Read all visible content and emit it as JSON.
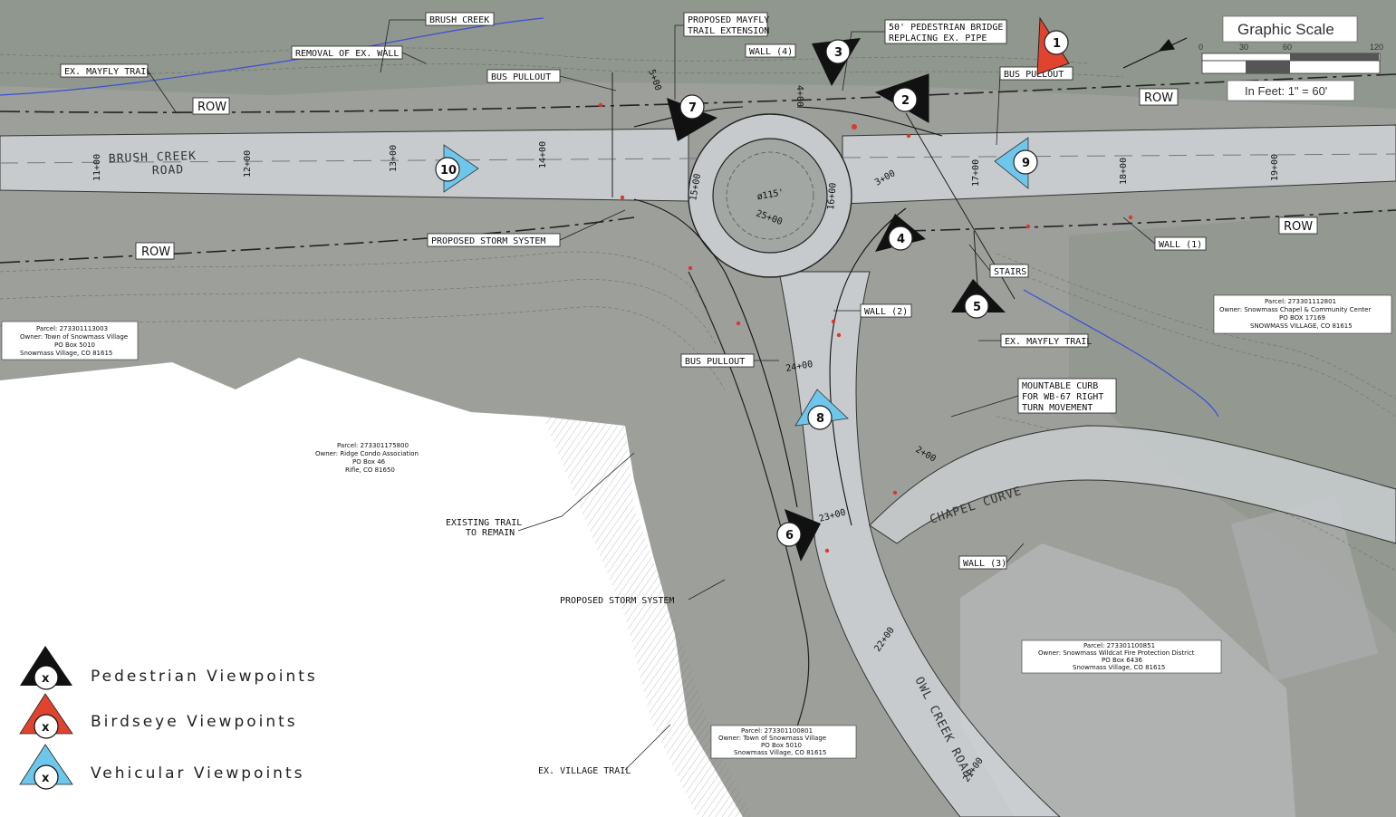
{
  "labels": {
    "brush_creek": "BRUSH CREEK",
    "proposed_mayfly": "PROPOSED MAYFLY",
    "trail_extension": "TRAIL EXTENSION",
    "ped_bridge_1": "50' PEDESTRIAN BRIDGE",
    "ped_bridge_2": "REPLACING EX. PIPE",
    "removal_wall": "REMOVAL OF EX. WALL",
    "wall_4": "WALL (4)",
    "ex_mayfly_trail": "EX. MAYFLY TRAIL",
    "bus_pullout_1": "BUS PULLOUT",
    "bus_pullout_2": "BUS PULLOUT",
    "bus_pullout_3": "BUS PULLOUT",
    "proposed_storm_1": "PROPOSED STORM SYSTEM",
    "proposed_storm_2": "PROPOSED STORM SYSTEM",
    "wall_1": "WALL (1)",
    "wall_2": "WALL (2)",
    "wall_3": "WALL (3)",
    "stairs": "STAIRS",
    "ex_mayfly_trail_2": "EX. MAYFLY TRAIL",
    "mountable_1": "MOUNTABLE CURB",
    "mountable_2": "FOR WB-67 RIGHT",
    "mountable_3": "TURN MOVEMENT",
    "existing_trail_1": "EXISTING TRAIL",
    "existing_trail_2": "TO REMAIN",
    "ex_village_trail": "EX. VILLAGE TRAIL",
    "chapel_curve": "CHAPEL CURVE",
    "row": "ROW",
    "brush_creek_road_1": "BRUSH CREEK",
    "brush_creek_road_2": "ROAD",
    "owl_creek_road": "OWL CREEK ROAD",
    "diameter": "ø115'"
  },
  "stations": [
    "11+00",
    "12+00",
    "13+00",
    "14+00",
    "15+00",
    "16+00",
    "17+00",
    "18+00",
    "19+00",
    "4+00",
    "5+00",
    "3+00",
    "25+00",
    "24+00",
    "23+00",
    "22+00",
    "21+00",
    "2+00"
  ],
  "parcels": [
    {
      "line1": "Parcel: 273301113003",
      "line2": "Owner: Town of Snowmass Village",
      "line3": "PO Box 5010",
      "line4": "Snowmass Village, CO 81615"
    },
    {
      "line1": "Parcel: 273301175800",
      "line2": "Owner: Ridge Condo Association",
      "line3": "PO Box 46",
      "line4": "Rifle, CO 81650"
    },
    {
      "line1": "Parcel: 273301112801",
      "line2": "Owner: Snowmass Chapel & Community Center",
      "line3": "PO BOX 17169",
      "line4": "SNOWMASS VILLAGE, CO 81615"
    },
    {
      "line1": "Parcel: 273301100851",
      "line2": "Owner: Snowmass Wildcat Fire Protection District",
      "line3": "PO Box 6436",
      "line4": "Snowmass Village, CO 81615"
    },
    {
      "line1": "Parcel: 273301100801",
      "line2": "Owner: Town of Snowmass Village",
      "line3": "PO Box 5010",
      "line4": "Snowmass Village, CO 81615"
    }
  ],
  "viewpoints": [
    {
      "num": "1",
      "type": "birdseye"
    },
    {
      "num": "2",
      "type": "pedestrian"
    },
    {
      "num": "3",
      "type": "pedestrian"
    },
    {
      "num": "4",
      "type": "pedestrian"
    },
    {
      "num": "5",
      "type": "pedestrian"
    },
    {
      "num": "6",
      "type": "pedestrian"
    },
    {
      "num": "7",
      "type": "pedestrian"
    },
    {
      "num": "8",
      "type": "vehicular"
    },
    {
      "num": "9",
      "type": "vehicular"
    },
    {
      "num": "10",
      "type": "vehicular"
    }
  ],
  "legend": {
    "marker": "x",
    "pedestrian": "Pedestrian Viewpoints",
    "birdseye": "Birdseye Viewpoints",
    "vehicular": "Vehicular Viewpoints"
  },
  "scale": {
    "title": "Graphic Scale",
    "ticks": [
      "0",
      "30",
      "60",
      "120"
    ],
    "footer": "In Feet: 1\" = 60'"
  },
  "colors": {
    "pedestrian": "#111111",
    "birdseye": "#e0442e",
    "vehicular": "#6ec6ea",
    "creek": "#3a4fd6"
  }
}
